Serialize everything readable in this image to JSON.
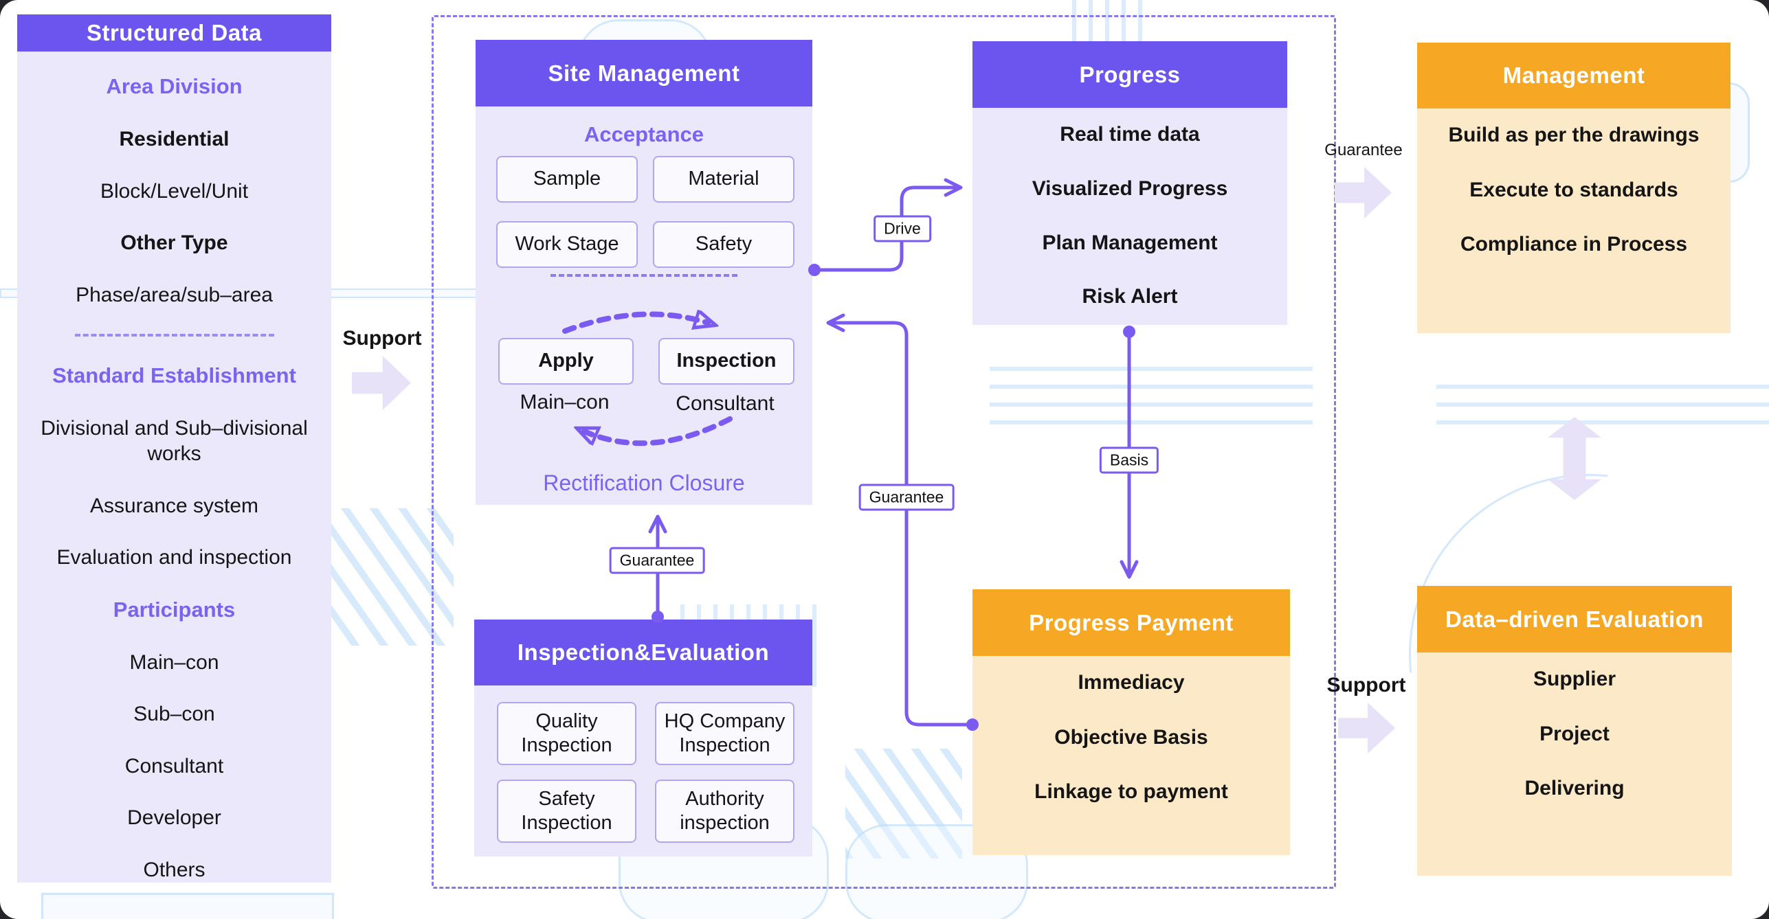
{
  "colors": {
    "header_purple": "#6C55EF",
    "panel_purple_bg": "#ECE8FB",
    "header_orange": "#F6A723",
    "panel_orange_bg": "#FBE9C8",
    "accent_purple": "#7B63F1",
    "line_purple": "#7B5AF0",
    "blueprint_blue": "#B0D6FA"
  },
  "structured_data": {
    "title": "Structured Data",
    "items": [
      "Area Division",
      "Residential",
      "Block/Level/Unit",
      "Other Type",
      "Phase/area/sub–area",
      "Standard Establishment",
      "Divisional and Sub–divisional works",
      "Assurance system",
      "Evaluation and inspection",
      "Participants",
      "Main–con",
      "Sub–con",
      "Consultant",
      "Developer",
      "Others"
    ]
  },
  "site_management": {
    "title": "Site Management",
    "subtitle": "Acceptance",
    "acceptance_items": [
      "Sample",
      "Material",
      "Work Stage",
      "Safety"
    ],
    "apply_label": "Apply",
    "apply_sub": "Main–con",
    "inspection_label": "Inspection",
    "inspection_sub": "Consultant",
    "footer": "Rectification Closure"
  },
  "inspection_evaluation": {
    "title": "Inspection&Evaluation",
    "items": [
      "Quality Inspection",
      "HQ Company Inspection",
      "Safety Inspection",
      "Authority inspection"
    ]
  },
  "progress": {
    "title": "Progress",
    "items": [
      "Real time data",
      "Visualized Progress",
      "Plan Management",
      "Risk Alert"
    ]
  },
  "management": {
    "title": "Management",
    "items": [
      "Build as per the drawings",
      "Execute to standards",
      "Compliance in Process"
    ]
  },
  "progress_payment": {
    "title": "Progress Payment",
    "items": [
      "Immediacy",
      "Objective Basis",
      "Linkage to payment"
    ]
  },
  "data_driven_evaluation": {
    "title": "Data–driven Evaluation",
    "items": [
      "Supplier",
      "Project",
      "Delivering"
    ]
  },
  "connectors": {
    "drive": "Drive",
    "payment_guarantee": "Guarantee",
    "inspection_guarantee": "Guarantee",
    "management_guarantee": "Guarantee",
    "basis": "Basis",
    "support_left": "Support",
    "support_bottom": "Support"
  }
}
